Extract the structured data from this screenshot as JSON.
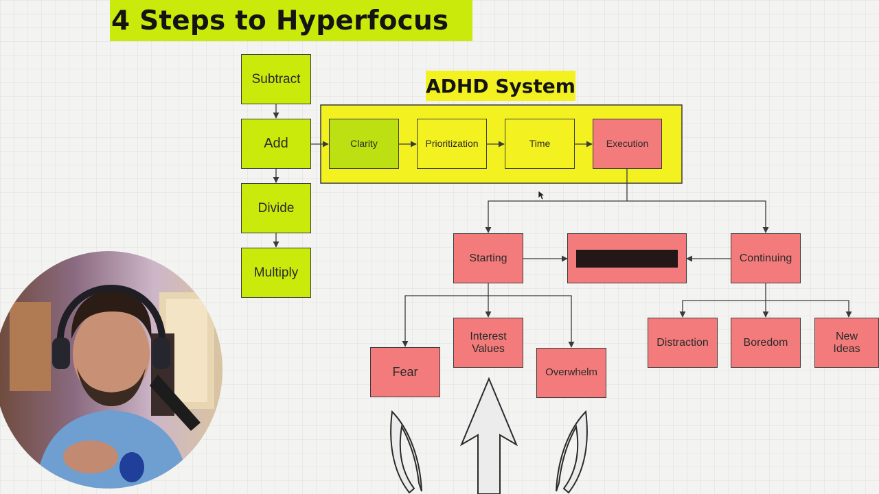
{
  "title": "4 Steps to Hyperfocus",
  "system_title": "ADHD System",
  "steps": [
    "Subtract",
    "Add",
    "Divide",
    "Multiply"
  ],
  "system_stages": [
    "Clarity",
    "Prioritization",
    "Time",
    "Execution"
  ],
  "execution_branches": {
    "left": "Starting",
    "right": "Continuing",
    "middle": ""
  },
  "starting_children": [
    "Fear",
    "Interest Values",
    "Overwhelm"
  ],
  "continuing_children": [
    "Distraction",
    "Boredom",
    "New Ideas"
  ],
  "colors": {
    "step_green": "#c9ea0a",
    "clarity_green": "#bde012",
    "system_yellow": "#f4f120",
    "node_red": "#f47b7b",
    "redacted_bar": "#241717"
  },
  "icons": [
    "cursor-arrow-icon",
    "upward-arrow-shape-icon",
    "curved-hook-shape-icon"
  ]
}
